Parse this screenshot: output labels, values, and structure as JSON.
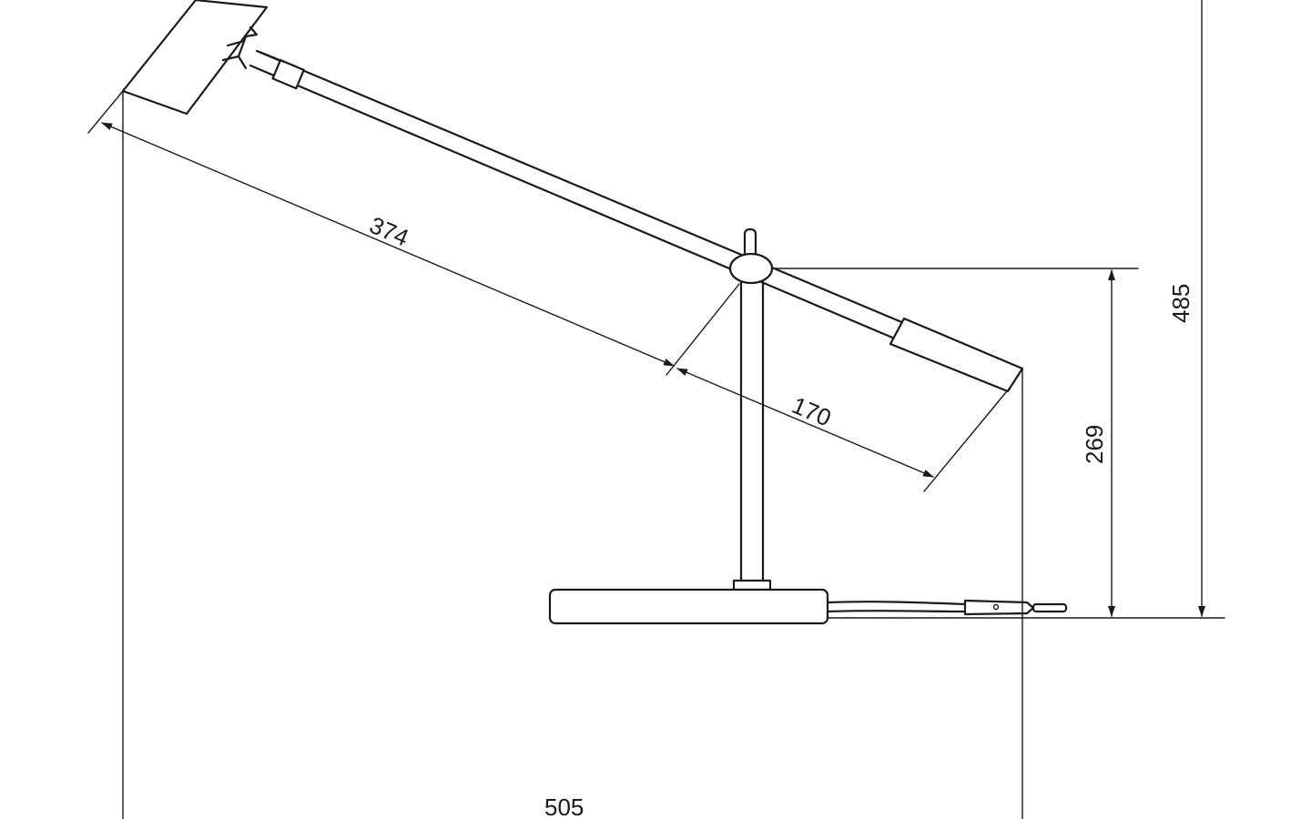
{
  "drawing": {
    "subject": "desk lamp",
    "line_color": "#1a1a1a",
    "background_color": "#ffffff"
  },
  "dimensions": {
    "arm_front_length": "374",
    "arm_rear_length": "170",
    "pivot_height": "269",
    "total_height": "485",
    "total_width": "505"
  }
}
